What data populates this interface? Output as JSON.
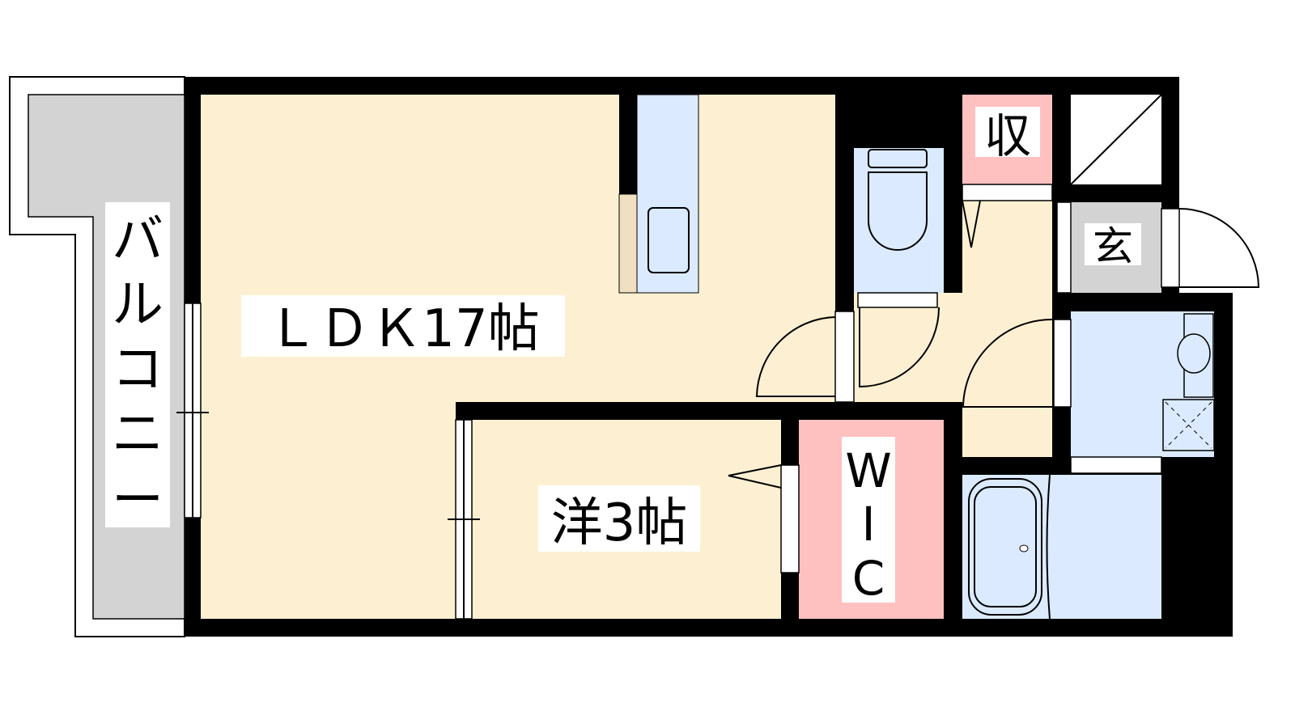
{
  "plan": {
    "rooms": {
      "ldk": "ＬＤＫ17帖",
      "western": "洋3帖",
      "wic": [
        "W",
        "I",
        "C"
      ],
      "storage": "収",
      "entrance": "玄",
      "balcony": [
        "バ",
        "ル",
        "コ",
        "ニ",
        "ー"
      ]
    },
    "colors": {
      "wall": "#000000",
      "living": "#fdf0d2",
      "wet": "#dbeafe",
      "storage": "#ffc0c0",
      "entrance": "#d3d3d3",
      "balcony": "#d3d3d3"
    }
  }
}
